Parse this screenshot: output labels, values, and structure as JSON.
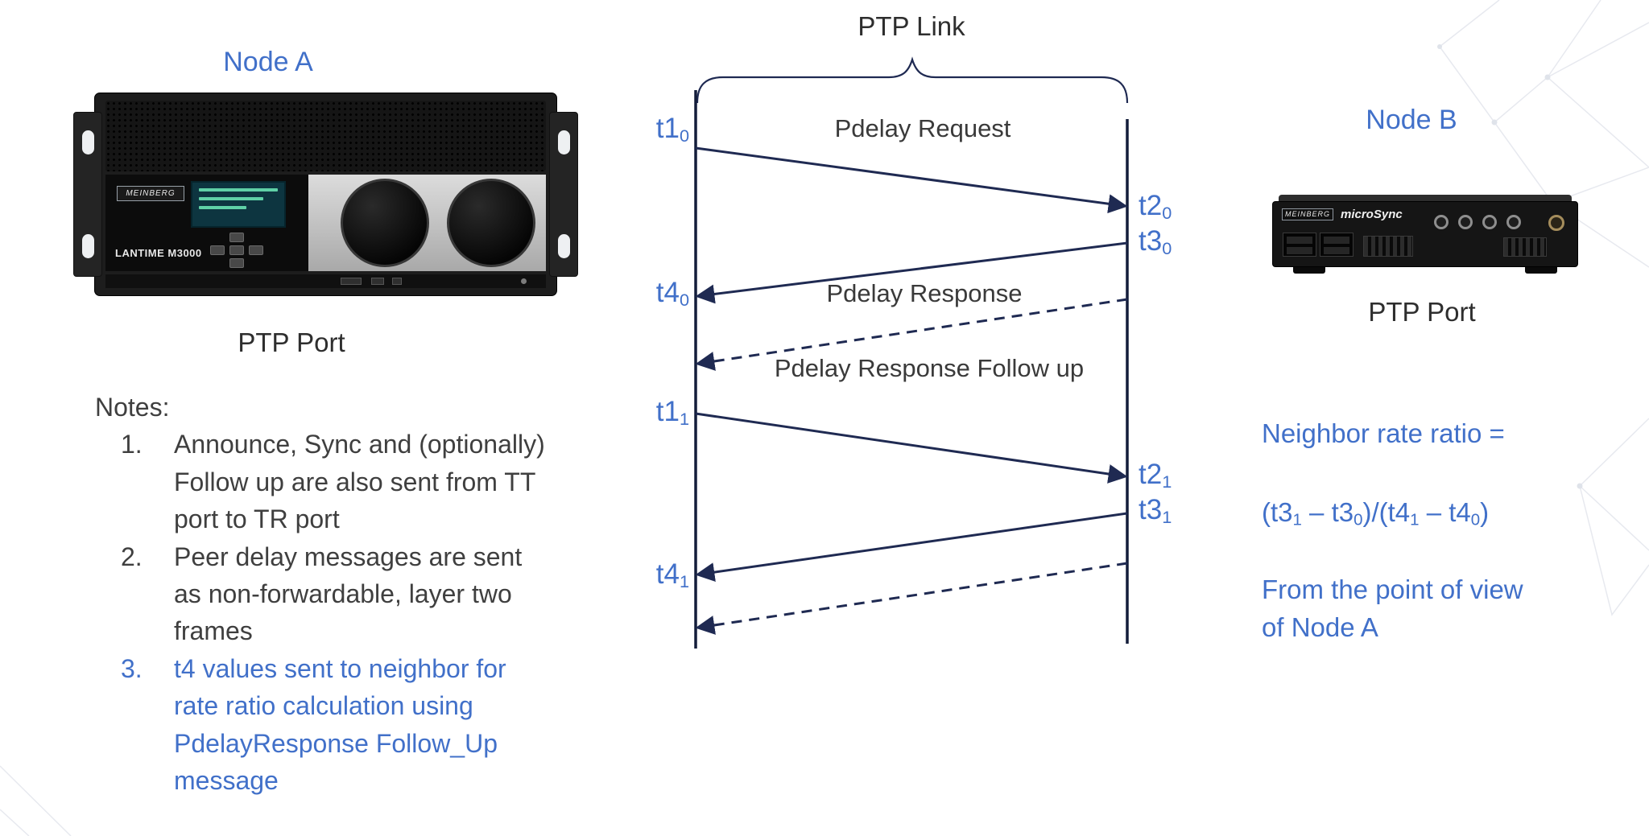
{
  "colors": {
    "blue": "#4170c9",
    "ink": "#3a3a3a",
    "line": "#1f2a52"
  },
  "node_a": {
    "title": "Node A",
    "port_label": "PTP Port",
    "device": {
      "brand": "MEINBERG",
      "model": "LANTIME M3000"
    }
  },
  "node_b": {
    "title": "Node B",
    "port_label": "PTP Port",
    "device": {
      "brand": "MEINBERG",
      "model": "microSync"
    }
  },
  "diagram": {
    "link_label": "PTP Link",
    "messages": [
      {
        "label": "Pdelay Request"
      },
      {
        "label": "Pdelay Response"
      },
      {
        "label": "Pdelay Response Follow up"
      }
    ],
    "timestamps": {
      "left": [
        {
          "base": "t1",
          "sub": "0"
        },
        {
          "base": "t4",
          "sub": "0"
        },
        {
          "base": "t1",
          "sub": "1"
        },
        {
          "base": "t4",
          "sub": "1"
        }
      ],
      "right": [
        {
          "base": "t2",
          "sub": "0"
        },
        {
          "base": "t3",
          "sub": "0"
        },
        {
          "base": "t2",
          "sub": "1"
        },
        {
          "base": "t3",
          "sub": "1"
        }
      ]
    }
  },
  "notes": {
    "heading": "Notes:",
    "items": [
      {
        "number": "1.",
        "text": "Announce, Sync and (optionally) Follow up are also sent from TT port to TR port"
      },
      {
        "number": "2.",
        "text": "Peer delay messages are sent as non-forwardable, layer two frames"
      },
      {
        "number": "3.",
        "text": "t4 values sent to neighbor for rate ratio calculation using PdelayResponse Follow_Up message"
      }
    ]
  },
  "ratio": {
    "intro": "Neighbor rate ratio =",
    "formula": {
      "p1": "(t3",
      "s1": "1",
      "p2": " – t3",
      "s2": "0",
      "p3": ")/(t4",
      "s3": "1",
      "p4": " – t4",
      "s4": "0",
      "p5": ")"
    },
    "viewpoint": "From the point of view of Node A"
  }
}
